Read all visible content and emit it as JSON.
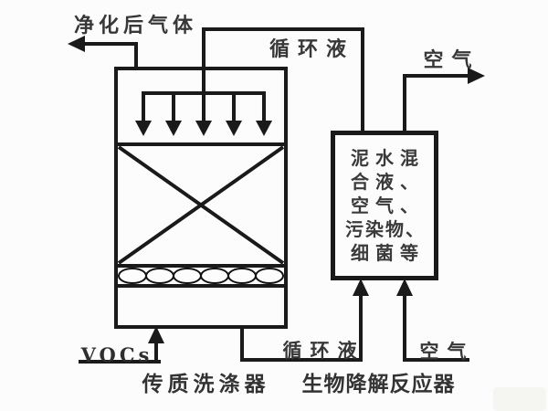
{
  "streams": {
    "purified_gas": "净化后气体",
    "circulating_liquid_top": "循环液",
    "air_outlet": "空气",
    "vocs": "VOCs",
    "circulating_liquid_bottom": "循环液",
    "air_inlet": "空气"
  },
  "equipment": {
    "scrubber": {
      "caption": "传质洗涤器"
    },
    "bioreactor": {
      "caption": "生物降解反应器",
      "contents_lines": [
        "泥水混",
        "合液、",
        "空气、",
        "污染物、",
        "细菌等"
      ]
    }
  },
  "colors": {
    "line": "#1a1a1a",
    "text": "#373737",
    "background": "#fcfcfc"
  }
}
